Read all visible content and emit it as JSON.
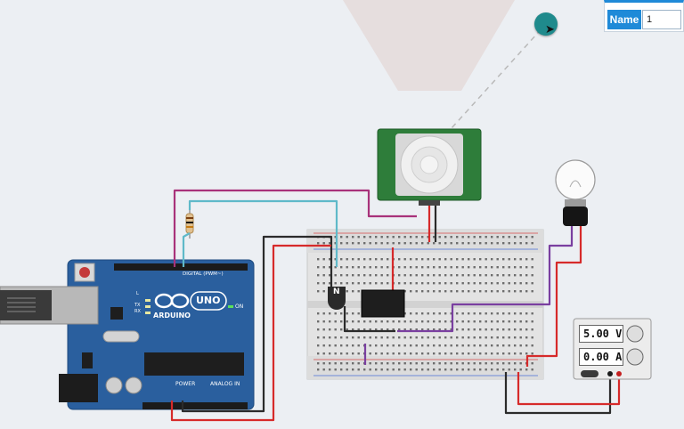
{
  "properties_panel": {
    "name_label": "Name",
    "name_value": "1"
  },
  "arduino": {
    "logo_text": "ARDUINO",
    "model_text": "UNO",
    "digital_label": "DIGITAL (PWM~)",
    "power_label": "POWER",
    "analog_label": "ANALOG IN",
    "on_label": "ON",
    "tx_label": "TX",
    "rx_label": "RX",
    "l_label": "L"
  },
  "transistor": {
    "label": "N"
  },
  "power_supply": {
    "voltage": "5.00 V",
    "current": "0.00 A"
  },
  "colors": {
    "arduino_blue": "#2a5f9e",
    "breadboard": "#e4e4e4",
    "wire_red": "#d62a2a",
    "wire_black": "#2b2b2b",
    "wire_purple": "#7a3fa0",
    "wire_magenta": "#a8327a",
    "wire_cyan": "#5fb9c9",
    "pir_green": "#2e7d3a",
    "accent": "#1f8ad8"
  }
}
